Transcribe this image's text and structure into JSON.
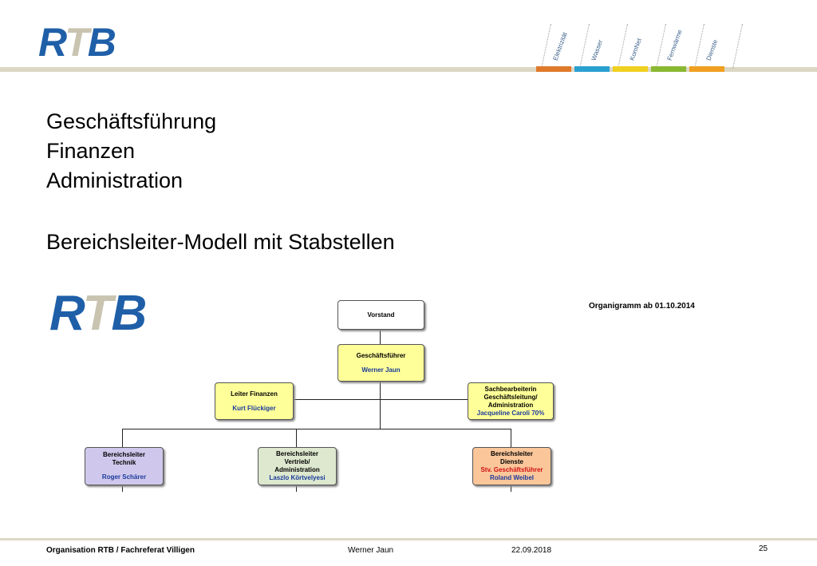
{
  "header": {
    "logo": {
      "r": "R",
      "t": "T",
      "b": "B"
    },
    "tabs": [
      {
        "label": "Elektrizität",
        "color": "#e07a2a"
      },
      {
        "label": "Wasser",
        "color": "#2aa0d0"
      },
      {
        "label": "KomNet",
        "color": "#f0d020"
      },
      {
        "label": "Fernwärme",
        "color": "#8ab832"
      },
      {
        "label": "Dienste",
        "color": "#f0a020"
      }
    ]
  },
  "headings": {
    "line1": "Geschäftsführung",
    "line2": "Finanzen",
    "line3": "Administration",
    "line4": "Bereichsleiter-Modell mit Stabstellen"
  },
  "org": {
    "logo": {
      "r": "R",
      "t": "T",
      "b": "B"
    },
    "title": "Organigramm ab 01.10.2014",
    "vorstand": "Vorstand",
    "gf": {
      "role": "Geschäftsführer",
      "name": "Werner Jaun"
    },
    "finanzen": {
      "role": "Leiter Finanzen",
      "name": "Kurt Flückiger"
    },
    "sachbearbeiterin": {
      "role1": "Sachbearbeiterin",
      "role2": "Geschäftsleitung/",
      "role3": "Administration",
      "name": "Jacqueline Caroli 70%"
    },
    "technik": {
      "role1": "Bereichsleiter",
      "role2": "Technik",
      "name": "Roger Schärer"
    },
    "vertrieb": {
      "role1": "Bereichsleiter",
      "role2": "Vertrieb/",
      "role3": "Administration",
      "name": "Laszlo Körtvelyesi"
    },
    "dienste": {
      "role1": "Bereichsleiter",
      "role2": "Dienste",
      "stv": "Stv. Geschäftsführer",
      "name": "Roland Weibel"
    }
  },
  "footer": {
    "title": "Organisation RTB / Fachreferat Villigen",
    "author": "Werner Jaun",
    "date": "22.09.2018",
    "page": "25"
  }
}
